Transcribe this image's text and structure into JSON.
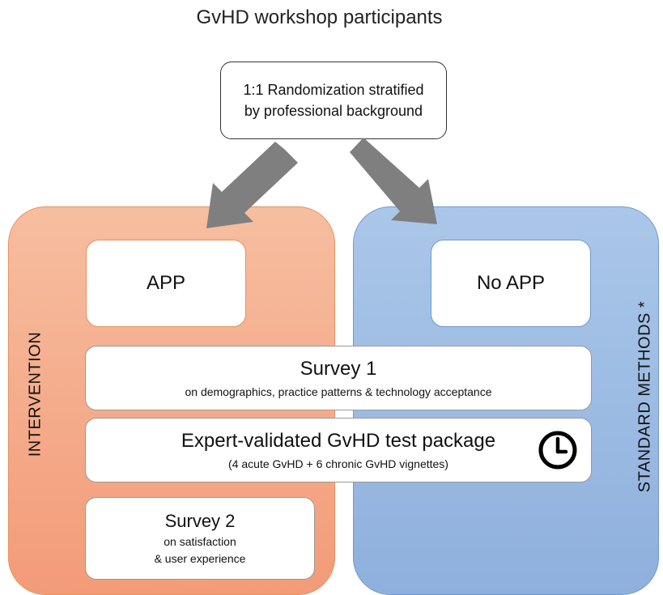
{
  "title": "GvHD workshop participants",
  "randomization": {
    "line1": "1:1 Randomization stratified",
    "line2": "by professional background"
  },
  "intervention_arm": {
    "side_label": "INTERVENTION",
    "group_label": "APP",
    "color": "#f4a982"
  },
  "control_arm": {
    "side_label": "STANDARD METHODS *",
    "group_label": "No APP",
    "color": "#9dbce4"
  },
  "survey1": {
    "title": "Survey 1",
    "subtitle": "on demographics, practice patterns & technology acceptance"
  },
  "test_package": {
    "title": "Expert-validated GvHD test package",
    "subtitle": "(4 acute GvHD + 6 chronic GvHD vignettes)",
    "icon": "clock-icon"
  },
  "survey2": {
    "title": "Survey 2",
    "line1": "on satisfaction",
    "line2": "& user experience"
  },
  "arrow_color": "#7f7f7f"
}
